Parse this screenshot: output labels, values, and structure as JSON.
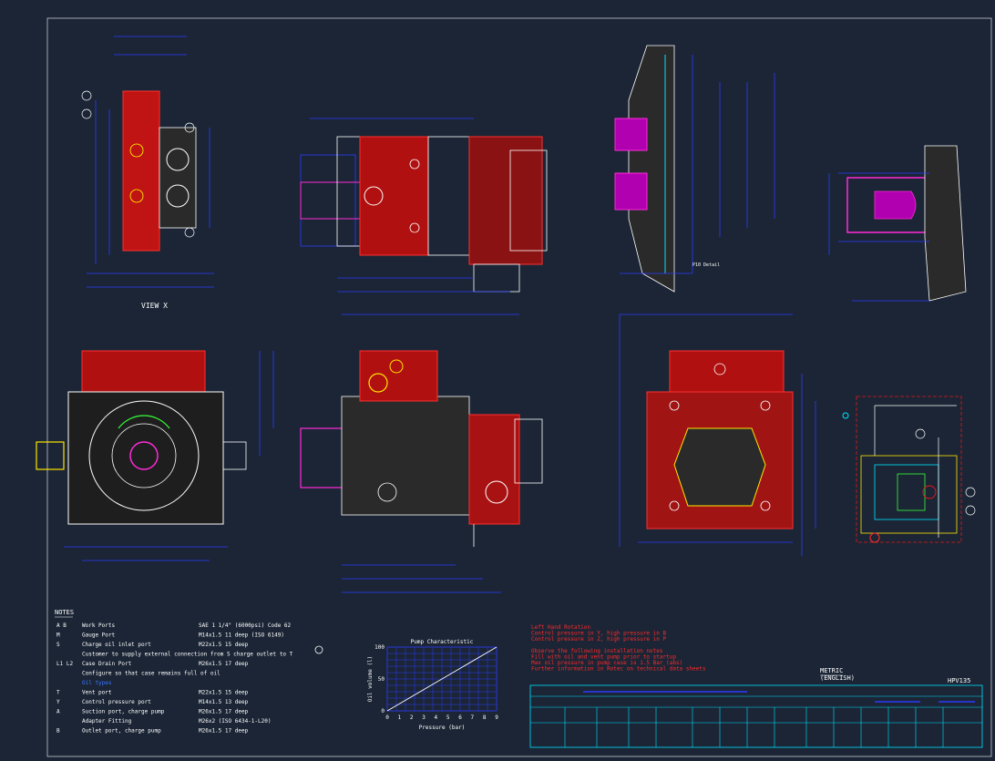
{
  "view_label": "VIEW X",
  "detail_label": "P10 Detail",
  "notes": {
    "title": "NOTES",
    "items": [
      {
        "marker": "A B",
        "label": "Work Ports",
        "value": "SAE 1 1/4\" (6000psi) Code 62"
      },
      {
        "marker": "M",
        "label": "Gauge Port",
        "value": "M14x1.5  11 deep  (ISO 6149)"
      },
      {
        "marker": "S",
        "label": "Charge oil inlet port",
        "value": "M22x1.5  15 deep"
      },
      {
        "marker": "",
        "label": "Customer to supply external connection from S  charge outlet to T",
        "value": ""
      },
      {
        "marker": "L1 L2",
        "label": "Case Drain Port",
        "value": "M26x1.5  17 deep"
      },
      {
        "marker": "",
        "label": "Configure so that case remains full of oil",
        "value": ""
      },
      {
        "marker": "",
        "label": "Oil types",
        "value": "",
        "blue": true
      },
      {
        "marker": "T",
        "label": "Vent port",
        "value": "M22x1.5  15 deep"
      },
      {
        "marker": "Y",
        "label": "Control pressure port",
        "value": "M14x1.5  13 deep"
      },
      {
        "marker": "A",
        "label": "Suction port, charge pump",
        "value": "M26x1.5  17 deep"
      },
      {
        "marker": "",
        "label": "Adapter Fitting",
        "value": "M26x2  (ISO 6434-1-L20)"
      },
      {
        "marker": "B",
        "label": "Outlet port, charge pump",
        "value": "M26x1.5  17 deep"
      }
    ]
  },
  "red_notes": {
    "lines": [
      "Left Hand Rotation",
      "Control pressure in Y, high pressure in B",
      "Control pressure in Z, high pressure in P",
      "",
      "Observe the following installation notes",
      "Fill with oil and vent pump prior to startup",
      "Max oil pressure in pump case is 1.5 Bar (abs)",
      "Further information in Rotec on technical data sheets"
    ]
  },
  "metric_label": "METRIC",
  "english_label": "(ENGLISH)",
  "model_label": "HPV135",
  "chart_data": {
    "type": "area",
    "title": "Pump Characteristic",
    "xlabel": "Pressure (bar)",
    "ylabel": "Oil volume (l)",
    "x_ticks": [
      0,
      1,
      2,
      3,
      4,
      5,
      6,
      7,
      8,
      9
    ],
    "y_ticks": [
      0,
      50,
      100
    ],
    "xlim": [
      0,
      9
    ],
    "ylim": [
      0,
      100
    ],
    "grid": true,
    "series": [
      {
        "x": [
          0,
          9
        ],
        "y": [
          0,
          100
        ]
      }
    ]
  },
  "colors": {
    "background": "#1b2535",
    "red": "#e11919",
    "blue": "#2d3bff",
    "cyan": "#00e4ff",
    "magenta": "#ff2bd8",
    "yellow": "#ffe600",
    "white": "#ffffff",
    "green": "#38ff38"
  }
}
